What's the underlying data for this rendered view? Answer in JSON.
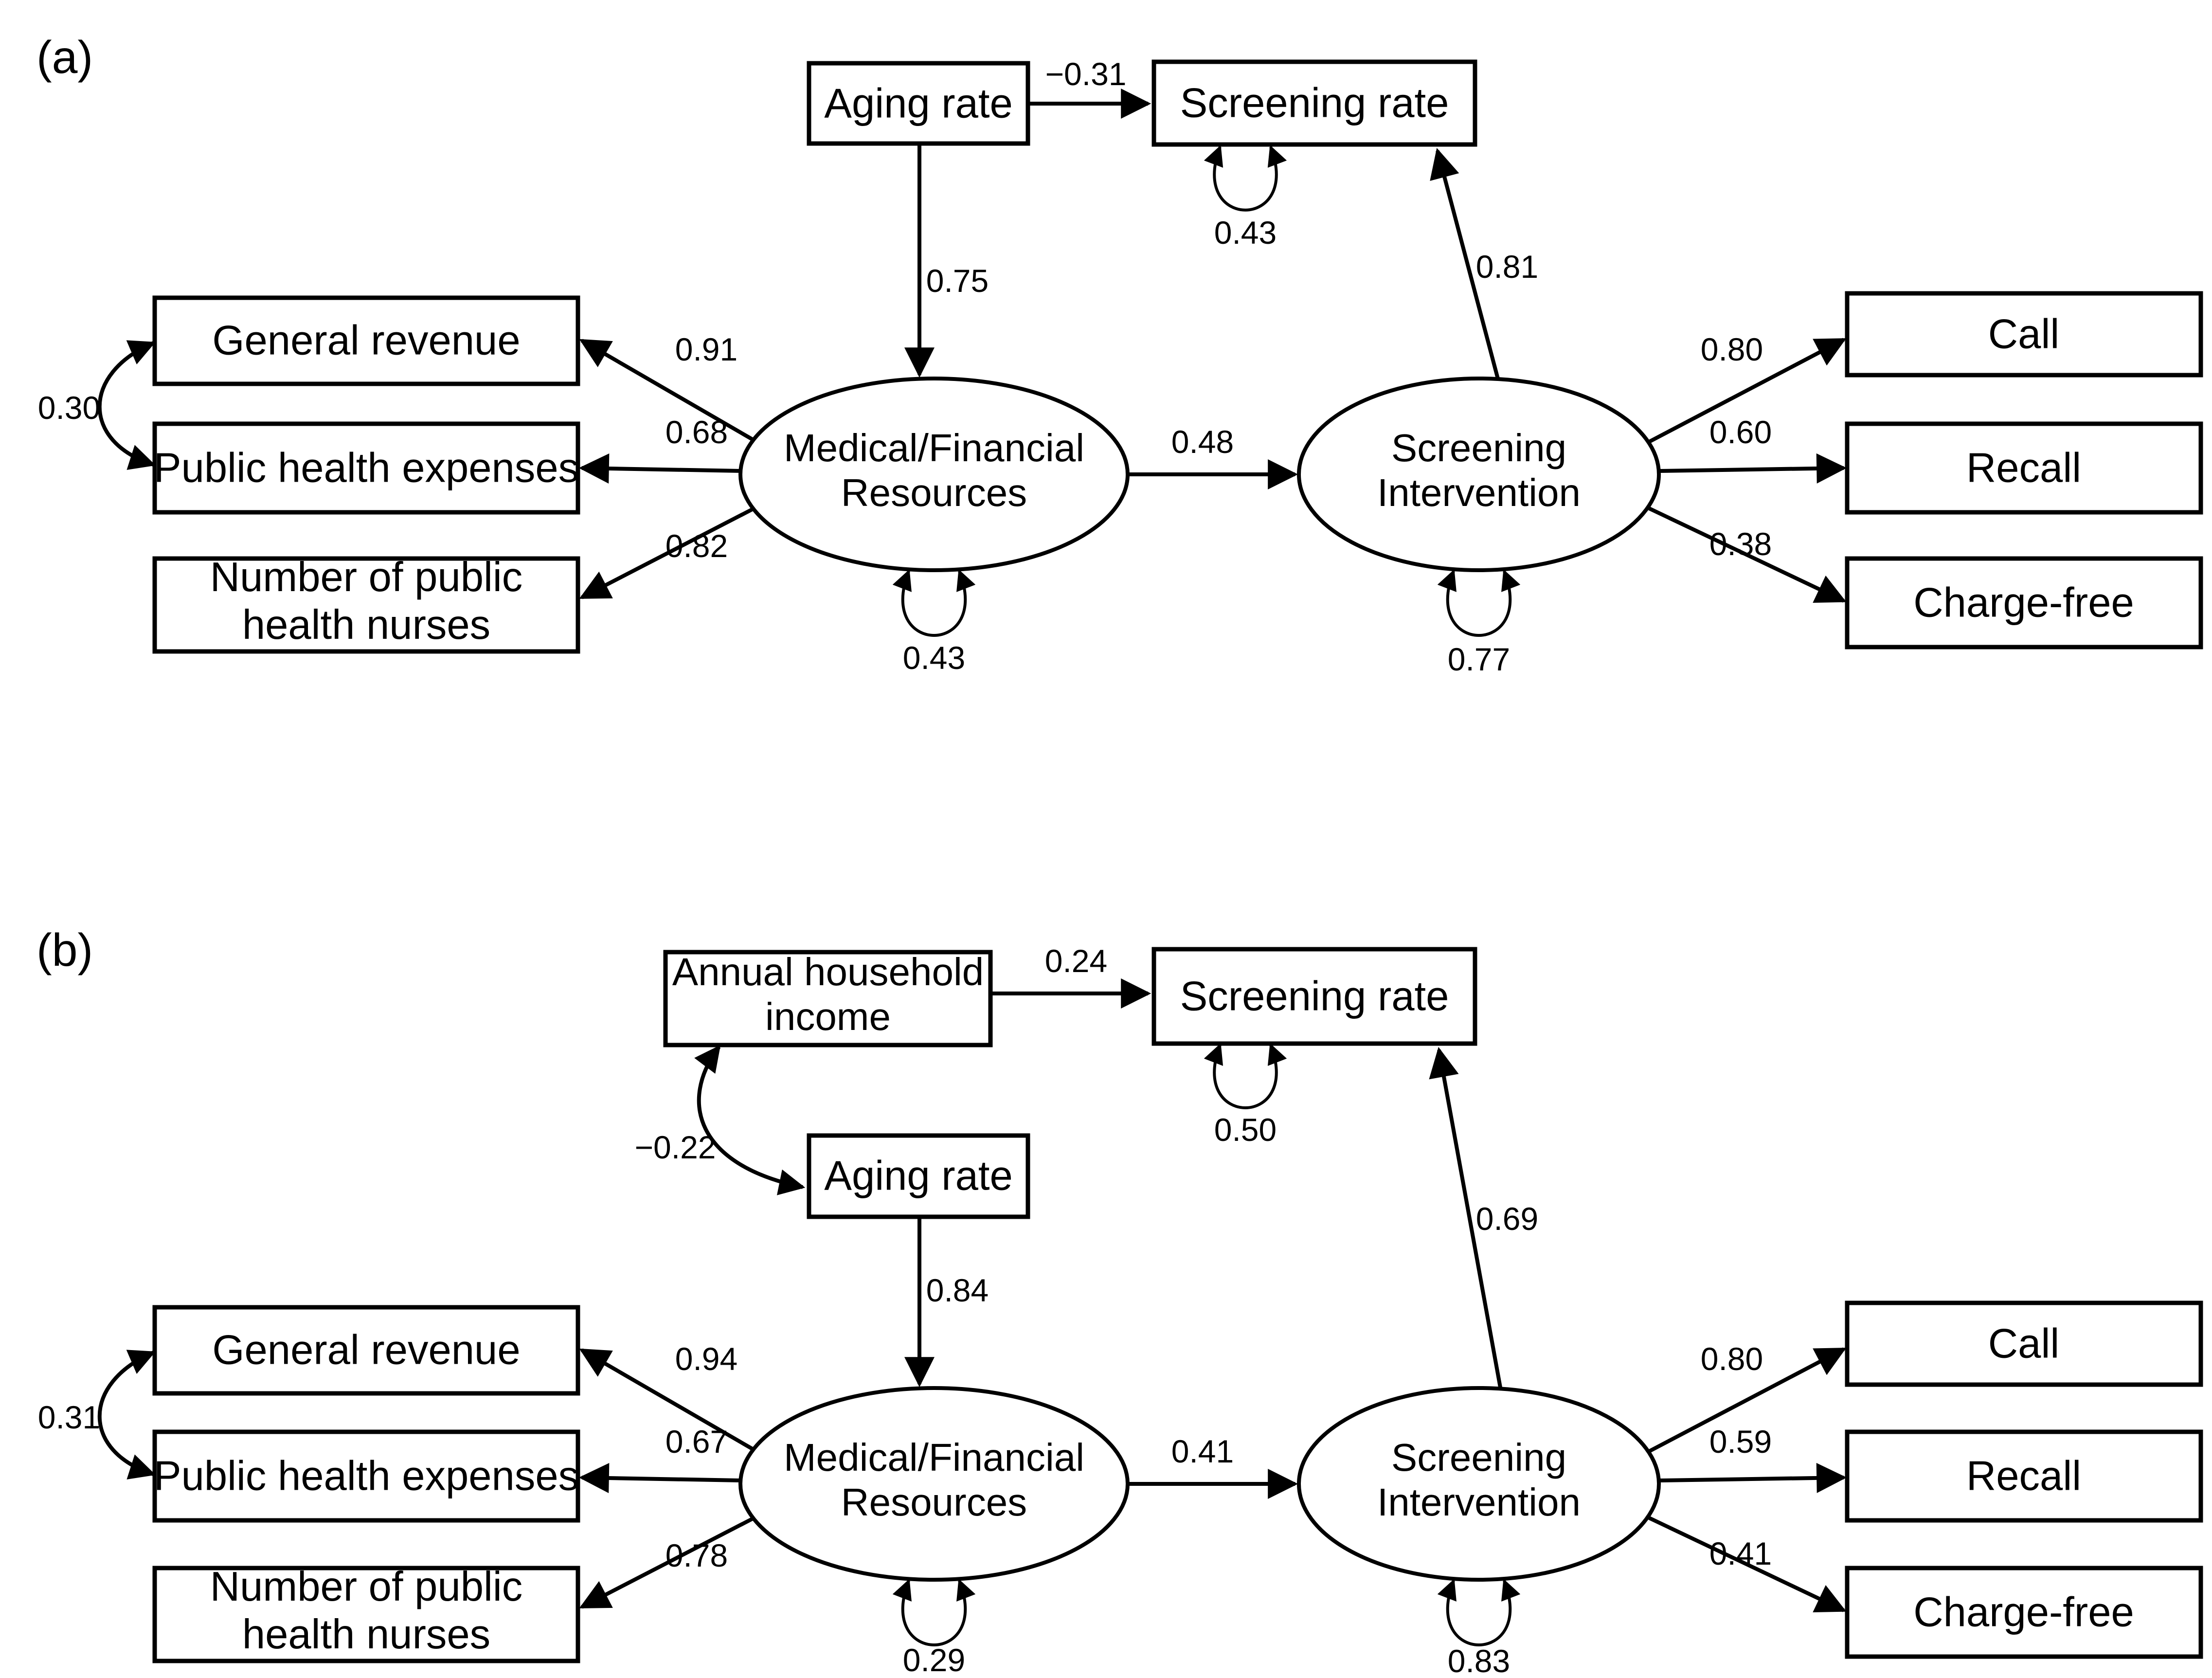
{
  "panel_a": {
    "label": "(a)",
    "nodes": {
      "aging_rate": "Aging rate",
      "screening_rate": "Screening rate",
      "general_revenue": "General revenue",
      "public_health_expenses": "Public health expenses",
      "public_health_nurses_lines": [
        "Number of public",
        "health nurses"
      ],
      "medical_financial_lines": [
        "Medical/Financial",
        "Resources"
      ],
      "screening_intervention_lines": [
        "Screening",
        "Intervention"
      ],
      "call": "Call",
      "recall": "Recall",
      "charge_free": "Charge-free"
    },
    "coefficients": {
      "aging_to_screening_rate": "−0.31",
      "aging_to_mfr": "0.75",
      "si_to_screening_rate": "0.81",
      "mfr_to_si": "0.48",
      "mfr_to_general_revenue": "0.91",
      "mfr_to_public_health_expenses": "0.68",
      "mfr_to_nurses": "0.82",
      "si_to_call": "0.80",
      "si_to_recall": "0.60",
      "si_to_charge_free": "0.38",
      "cov_general_revenue_public_health": "0.30",
      "error_screening_rate": "0.43",
      "error_mfr": "0.43",
      "error_si": "0.77"
    }
  },
  "panel_b": {
    "label": "(b)",
    "nodes": {
      "annual_household_income_lines": [
        "Annual household",
        "income"
      ],
      "aging_rate": "Aging rate",
      "screening_rate": "Screening rate",
      "general_revenue": "General revenue",
      "public_health_expenses": "Public health expenses",
      "public_health_nurses_lines": [
        "Number of public",
        "health nurses"
      ],
      "medical_financial_lines": [
        "Medical/Financial",
        "Resources"
      ],
      "screening_intervention_lines": [
        "Screening",
        "Intervention"
      ],
      "call": "Call",
      "recall": "Recall",
      "charge_free": "Charge-free"
    },
    "coefficients": {
      "income_to_screening_rate": "0.24",
      "cov_income_aging": "−0.22",
      "aging_to_mfr": "0.84",
      "si_to_screening_rate": "0.69",
      "mfr_to_si": "0.41",
      "mfr_to_general_revenue": "0.94",
      "mfr_to_public_health_expenses": "0.67",
      "mfr_to_nurses": "0.78",
      "si_to_call": "0.80",
      "si_to_recall": "0.59",
      "si_to_charge_free": "0.41",
      "cov_general_revenue_public_health": "0.31",
      "error_screening_rate": "0.50",
      "error_mfr": "0.29",
      "error_si": "0.83"
    }
  },
  "colors": {
    "line": "#000000",
    "background": "#ffffff"
  }
}
